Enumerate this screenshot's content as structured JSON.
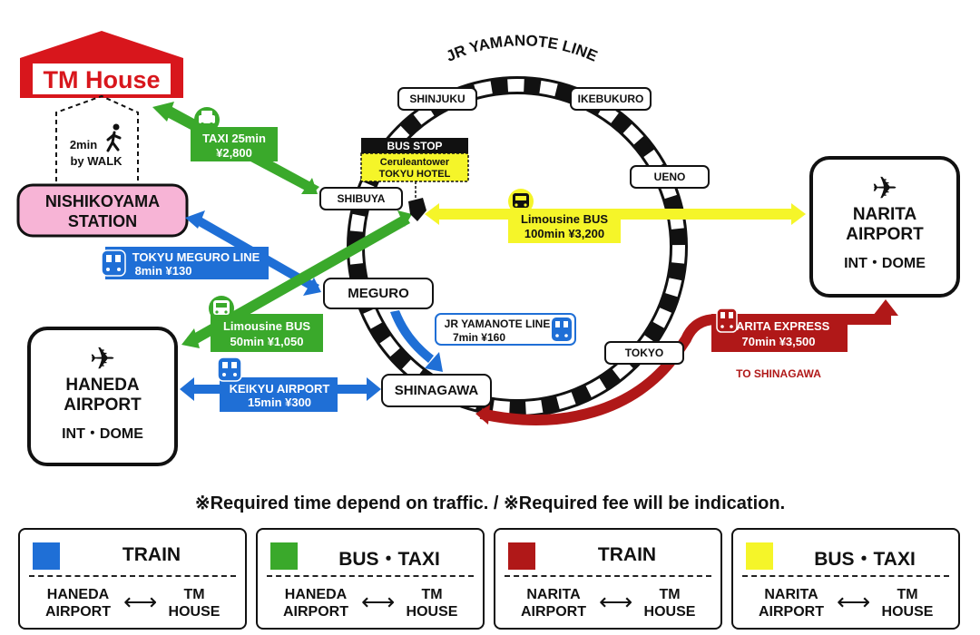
{
  "tm_house": {
    "label": "TM House"
  },
  "walk": {
    "line1": "2min",
    "line2": "by WALK",
    "icon": "walking-person-icon"
  },
  "line_title": "JR YAMANOTE LINE",
  "stations": {
    "nishikoyama": {
      "line1": "NISHIKOYAMA",
      "line2": "STATION"
    },
    "shinjuku": "SHINJUKU",
    "ikebukuro": "IKEBUKURO",
    "ueno": "UENO",
    "shibuya": "SHIBUYA",
    "meguro": "MEGURO",
    "tokyo": "TOKYO",
    "shinagawa": "SHINAGAWA"
  },
  "bus_stop": {
    "header": "BUS STOP",
    "line1": "Ceruleantower",
    "line2": "TOKYU HOTEL"
  },
  "airports": {
    "haneda": {
      "line1": "HANEDA",
      "line2": "AIRPORT",
      "sub": "INT・DOME",
      "icon": "airplane-icon"
    },
    "narita": {
      "line1": "NARITA",
      "line2": "AIRPORT",
      "sub": "INT・DOME",
      "icon": "airplane-icon"
    }
  },
  "routes": {
    "taxi": {
      "line1": "TAXI 25min",
      "line2": "¥2,800",
      "icon": "taxi-icon"
    },
    "limousine_narita": {
      "line1": "Limousine BUS",
      "line2": "100min ¥3,200",
      "icon": "bus-icon"
    },
    "tokyu_meguro": {
      "line1": "TOKYU MEGURO LINE",
      "line2": "8min ¥130",
      "icon": "train-icon"
    },
    "limousine_haneda": {
      "line1": "Limousine BUS",
      "line2": "50min ¥1,050",
      "icon": "bus-icon"
    },
    "jr_yamanote": {
      "line1": "JR YAMANOTE LINE",
      "line2": "7min ¥160",
      "icon": "train-icon"
    },
    "keikyu": {
      "line1": "KEIKYU AIRPORT",
      "line2": "15min ¥300",
      "icon": "train-icon"
    },
    "narita_express": {
      "line1": "NARITA EXPRESS",
      "line2": "70min ¥3,500",
      "note": "TO SHINAGAWA",
      "icon": "train-icon"
    }
  },
  "colors": {
    "train_blue": "#1f6fd6",
    "bus_green": "#3aa92b",
    "train_red": "#b01818",
    "bus_yellow": "#f5f529",
    "pink": "#f7b4d6"
  },
  "note": "※Required time depend on traffic. / ※Required fee will be indication.",
  "legend": [
    {
      "title": "TRAIN",
      "color": "#1f6fd6",
      "from1": "HANEDA",
      "from2": "AIRPORT",
      "to1": "TM",
      "to2": "HOUSE",
      "arrow": "⟷"
    },
    {
      "title": "BUS・TAXI",
      "color": "#3aa92b",
      "from1": "HANEDA",
      "from2": "AIRPORT",
      "to1": "TM",
      "to2": "HOUSE",
      "arrow": "⟷"
    },
    {
      "title": "TRAIN",
      "color": "#b01818",
      "from1": "NARITA",
      "from2": "AIRPORT",
      "to1": "TM",
      "to2": "HOUSE",
      "arrow": "⟷"
    },
    {
      "title": "BUS・TAXI",
      "color": "#f5f529",
      "from1": "NARITA",
      "from2": "AIRPORT",
      "to1": "TM",
      "to2": "HOUSE",
      "arrow": "⟷"
    }
  ]
}
